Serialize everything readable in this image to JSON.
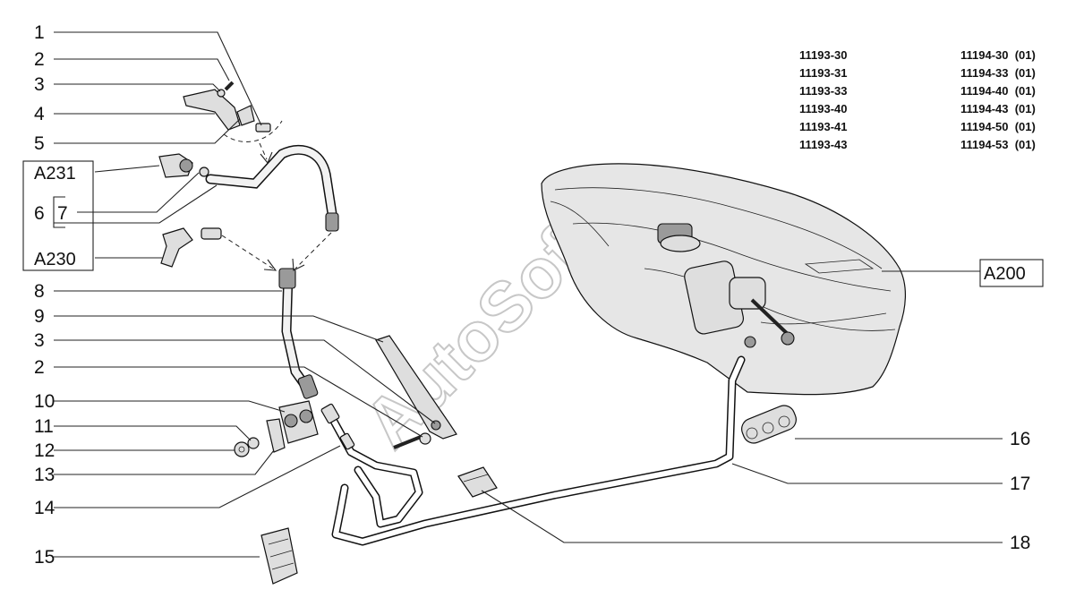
{
  "callouts": {
    "c1": "1",
    "c2a": "2",
    "c3a": "3",
    "c4": "4",
    "c5": "5",
    "c6": "6",
    "c7": "7",
    "c8": "8",
    "c9": "9",
    "c3b": "3",
    "c2b": "2",
    "c10": "10",
    "c11": "11",
    "c12": "12",
    "c13": "13",
    "c14": "14",
    "c15": "15",
    "c16": "16",
    "c17": "17",
    "c18": "18"
  },
  "references": {
    "a231": "A231",
    "a230": "A230",
    "a200": "A200"
  },
  "model_codes": {
    "left": [
      "11193-30",
      "11193-31",
      "11193-33",
      "11193-40",
      "11193-41",
      "11193-43"
    ],
    "right": [
      "11194-30  (01)",
      "11194-33  (01)",
      "11194-40  (01)",
      "11194-43  (01)",
      "11194-50  (01)",
      "11194-53  (01)"
    ]
  },
  "watermark": "AutoSoft"
}
